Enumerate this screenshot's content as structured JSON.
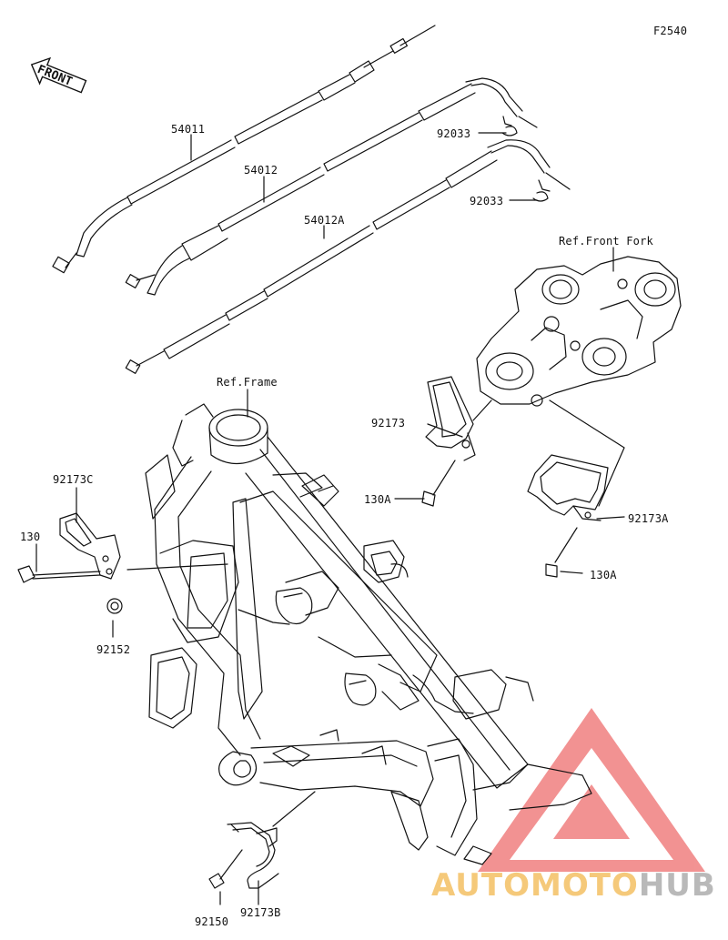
{
  "figure_code": "F2540",
  "front_label": "FRONT",
  "ref_labels": {
    "front_fork": "Ref.Front Fork",
    "frame": "Ref.Frame"
  },
  "part_labels": {
    "p54011": "54011",
    "p54012": "54012",
    "p54012a": "54012A",
    "p92033_top": "92033",
    "p92033_bottom": "92033",
    "p92173": "92173",
    "p130a_left": "130A",
    "p92173a": "92173A",
    "p130a_right": "130A",
    "p92173c": "92173C",
    "p130": "130",
    "p92152": "92152",
    "p92150": "92150",
    "p92173b": "92173B"
  },
  "watermark": {
    "part1": "AUTO",
    "part2": "MOTO",
    "part3": "HUB",
    "triangle_color": "#f08080",
    "text_color_1": "#f5c97a",
    "text_color_2": "#b9b9b9"
  }
}
